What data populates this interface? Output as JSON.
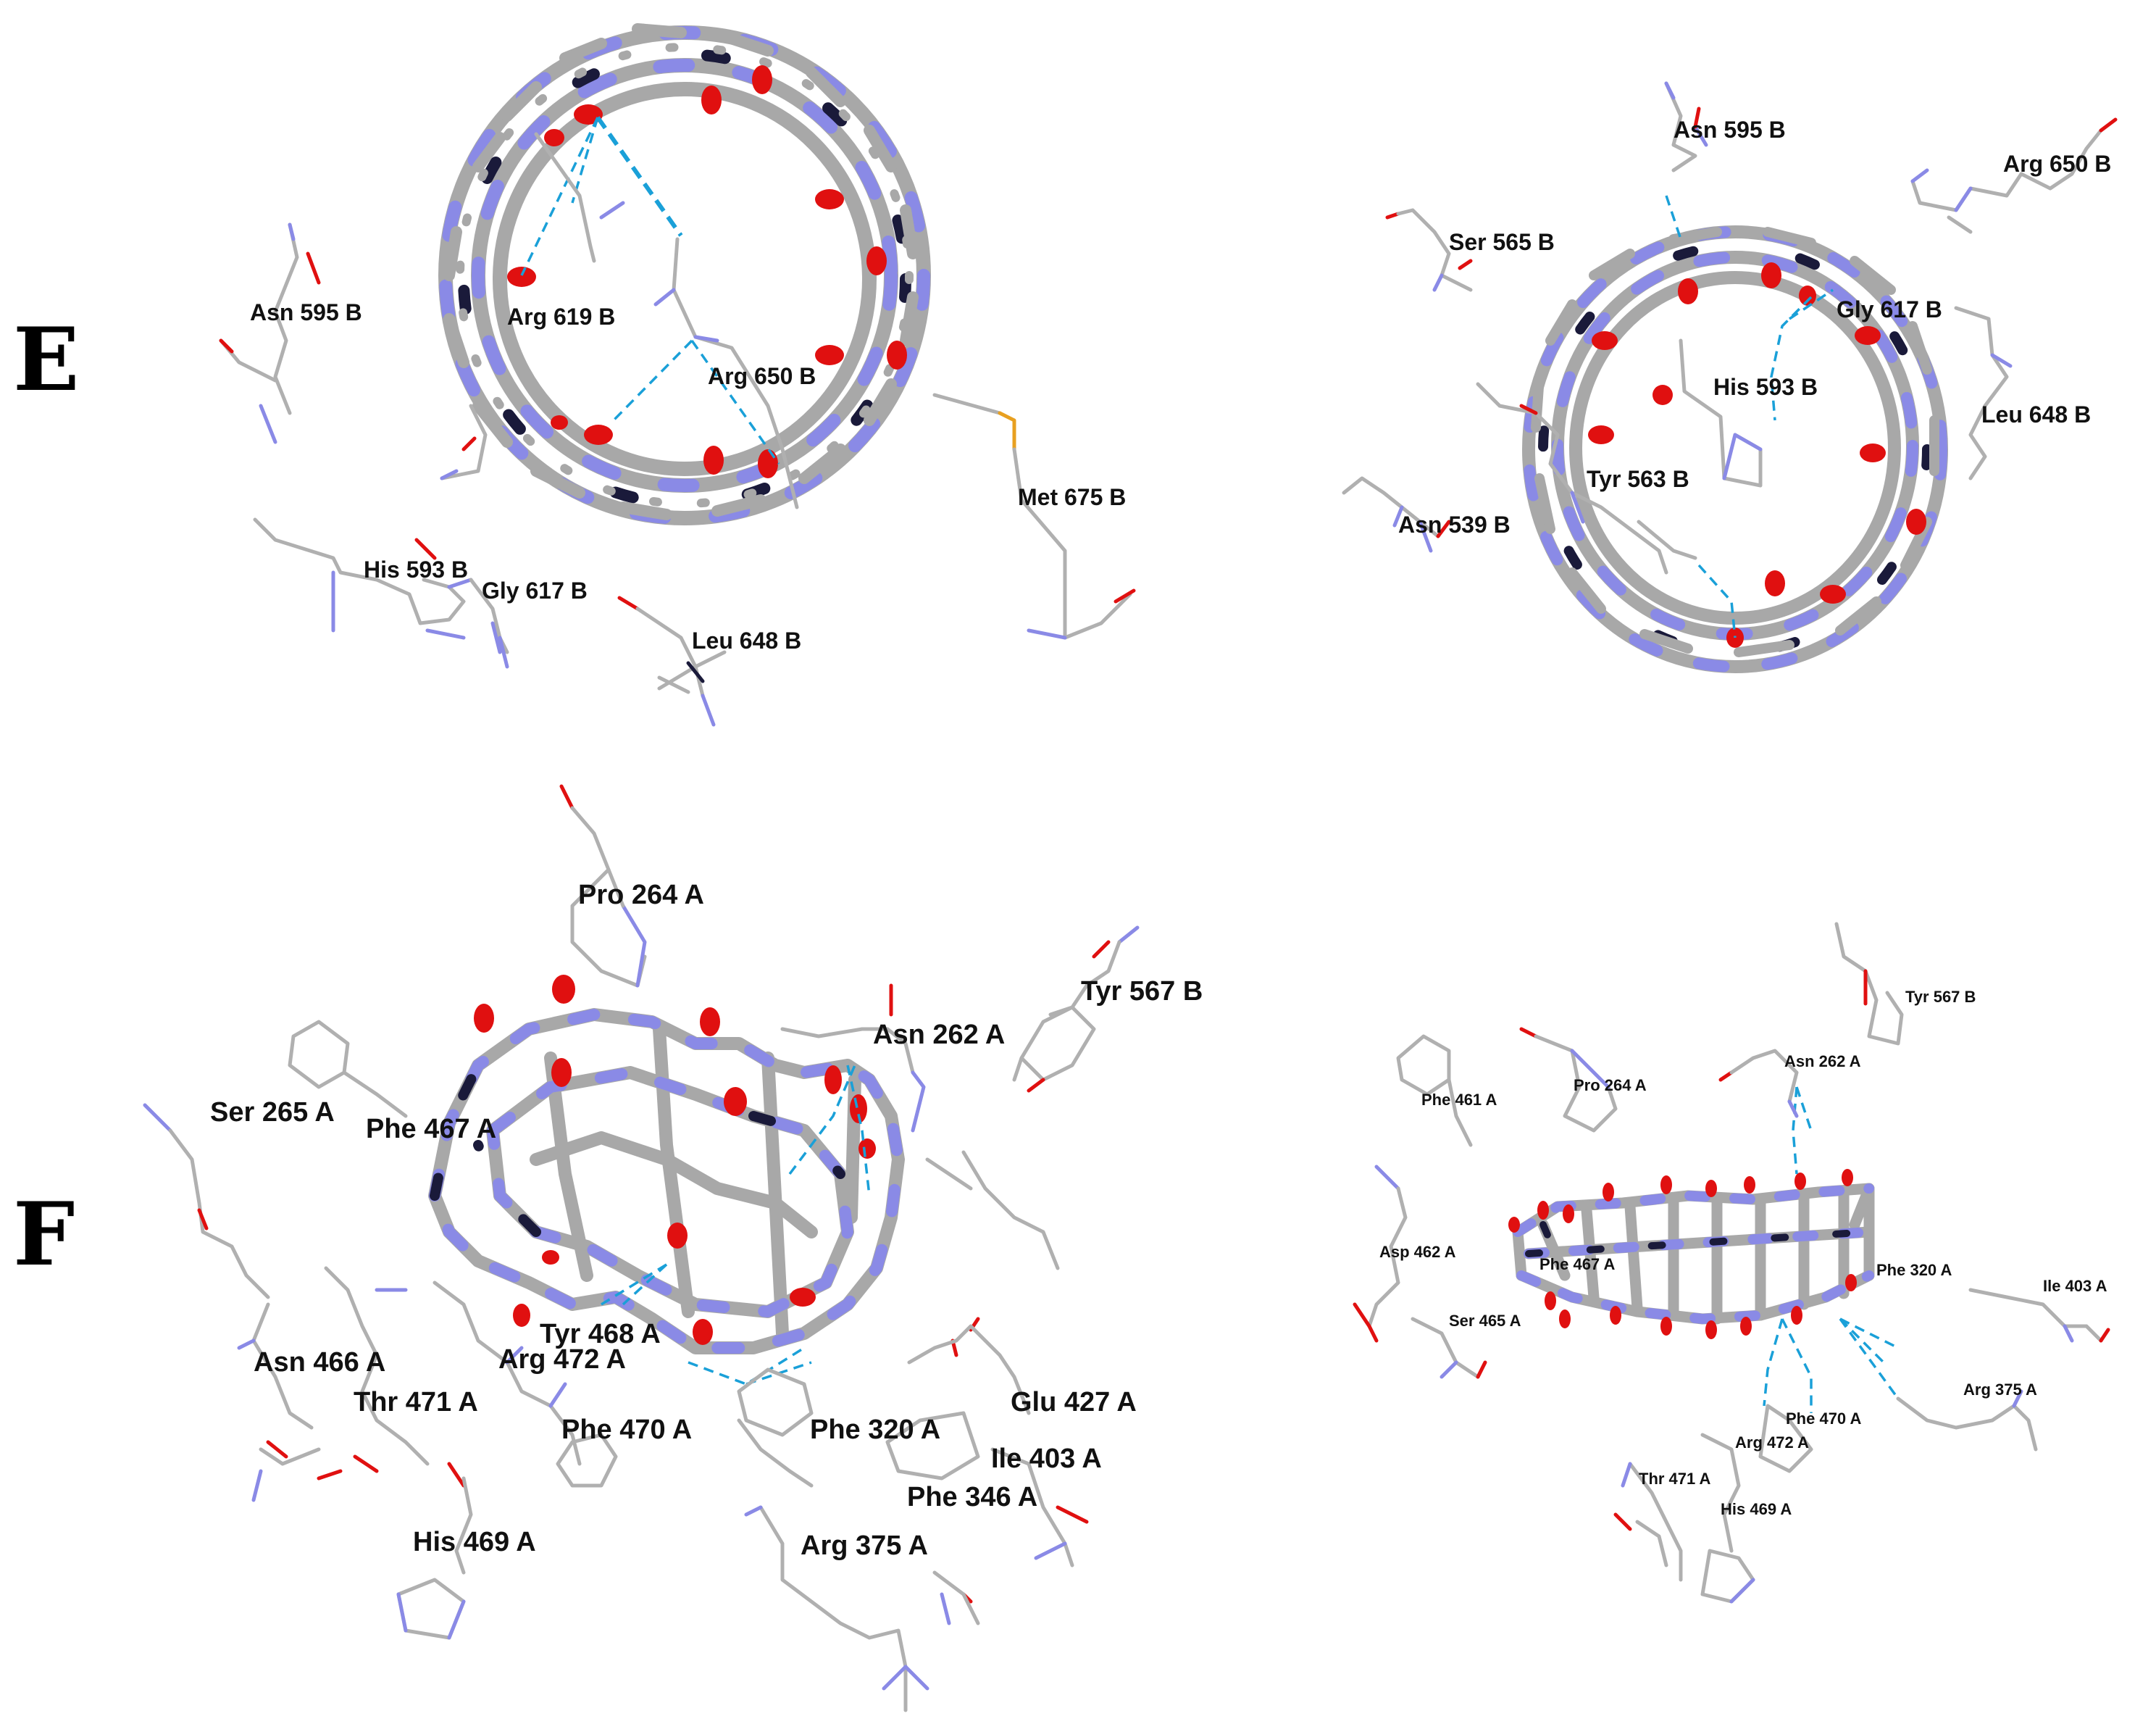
{
  "panels": {
    "E": {
      "letter": "E"
    },
    "F": {
      "letter": "F"
    }
  },
  "labels": {
    "E_left": {
      "asn595": "Asn 595 B",
      "arg619": "Arg 619 B",
      "arg650": "Arg 650 B",
      "met675": "Met 675 B",
      "his593": "His 593 B",
      "gly617": "Gly 617 B",
      "leu648": "Leu 648 B"
    },
    "E_right": {
      "asn595": "Asn 595 B",
      "arg650": "Arg 650 B",
      "ser565": "Ser 565 B",
      "gly617": "Gly 617 B",
      "his593": "His 593 B",
      "leu648": "Leu 648 B",
      "tyr563": "Tyr 563 B",
      "asn539": "Asn 539 B"
    },
    "F_left": {
      "pro264": "Pro 264 A",
      "tyr567": "Tyr 567 B",
      "asn262": "Asn 262 A",
      "ser265": "Ser 265 A",
      "phe467": "Phe 467 A",
      "tyr468": "Tyr 468 A",
      "arg472": "Arg 472 A",
      "asn466": "Asn 466 A",
      "thr471": "Thr 471 A",
      "phe470": "Phe 470 A",
      "phe320": "Phe 320 A",
      "glu427": "Glu 427 A",
      "ile403": "Ile 403 A",
      "phe346": "Phe 346 A",
      "his469": "His 469 A",
      "arg375": "Arg 375 A"
    },
    "F_right": {
      "tyr567": "Tyr 567 B",
      "asn262": "Asn 262 A",
      "phe461": "Phe 461 A",
      "pro264": "Pro 264 A",
      "asp462": "Asp 462 A",
      "phe467": "Phe 467 A",
      "phe320": "Phe 320 A",
      "ile403": "Ile 403 A",
      "ser465": "Ser 465 A",
      "arg375": "Arg 375 A",
      "phe470": "Phe 470 A",
      "arg472": "Arg 472 A",
      "thr471": "Thr 471 A",
      "his469": "His 469 A"
    }
  },
  "colors": {
    "carbon": "#a8a8a8",
    "nitrogen": "#8a8ae6",
    "oxygen": "#e01010",
    "sulfur": "#e8a020",
    "hbond": "#1aa0d8"
  }
}
